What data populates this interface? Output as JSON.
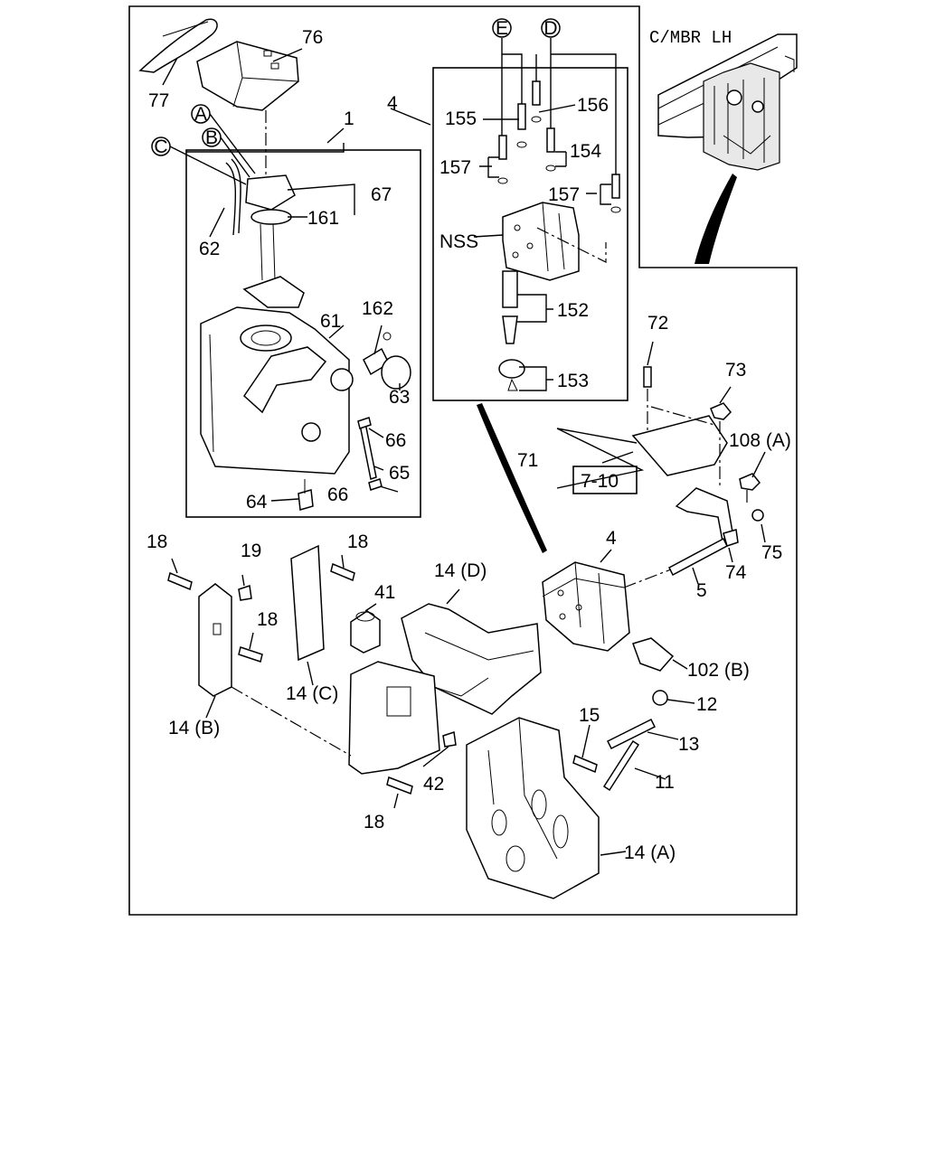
{
  "diagram": {
    "section_labels": {
      "main_tank_group": "1",
      "nss_group": "4",
      "chassis_view": "C/MBR LH"
    },
    "callouts": {
      "p76": "76",
      "p77": "77",
      "p67": "67",
      "p161": "161",
      "p62": "62",
      "p61": "61",
      "p162": "162",
      "p63": "63",
      "p66a": "66",
      "p65": "65",
      "p66b": "66",
      "p64": "64",
      "p155": "155",
      "p156": "156",
      "p154": "154",
      "p157a": "157",
      "p157b": "157",
      "nss": "NSS",
      "p152": "152",
      "p153": "153",
      "p72": "72",
      "p73": "73",
      "p108a": "108 (A)",
      "p71": "71",
      "p7_10": "7-10",
      "p75": "75",
      "p74": "74",
      "p4b": "4",
      "p5": "5",
      "p102b": "102 (B)",
      "p12": "12",
      "p13": "13",
      "p11": "11",
      "p15": "15",
      "p14a": "14 (A)",
      "p14b": "14 (B)",
      "p14c": "14 (C)",
      "p14d": "14 (D)",
      "p18a": "18",
      "p18b": "18",
      "p18c": "18",
      "p18d": "18",
      "p19": "19",
      "p41": "41",
      "p42": "42"
    },
    "connector_markers": {
      "a": "A",
      "b": "B",
      "c": "C",
      "d": "D",
      "e": "E"
    }
  }
}
